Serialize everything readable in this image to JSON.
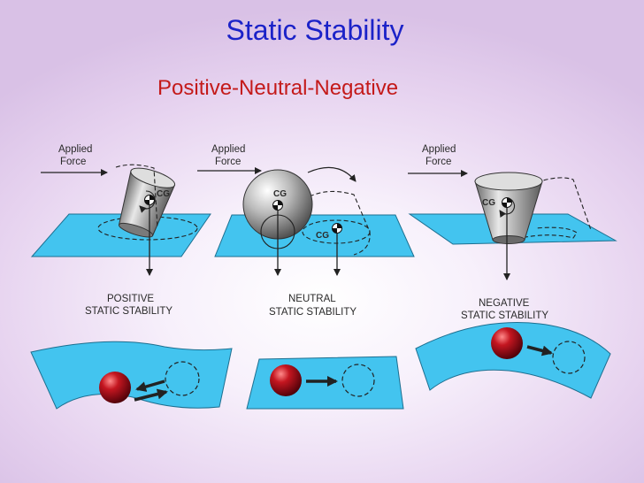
{
  "title": "Static Stability",
  "subtitle": "Positive-Neutral-Negative",
  "panels": [
    {
      "applied_force_line1": "Applied",
      "applied_force_line2": "Force",
      "cg": "CG",
      "label_line1": "POSITIVE",
      "label_line2": "STATIC STABILITY"
    },
    {
      "applied_force_line1": "Applied",
      "applied_force_line2": "Force",
      "cg_top": "CG",
      "cg_rolled": "CG",
      "label_line1": "NEUTRAL",
      "label_line2": "STATIC STABILITY"
    },
    {
      "applied_force_line1": "Applied",
      "applied_force_line2": "Force",
      "cg": "CG",
      "label_line1": "NEGATIVE",
      "label_line2": "STATIC STABILITY"
    }
  ],
  "colors": {
    "surface": "#43c4ef",
    "title": "#1b22c8",
    "subtitle": "#c41a1a",
    "ball": "#a1101a"
  }
}
